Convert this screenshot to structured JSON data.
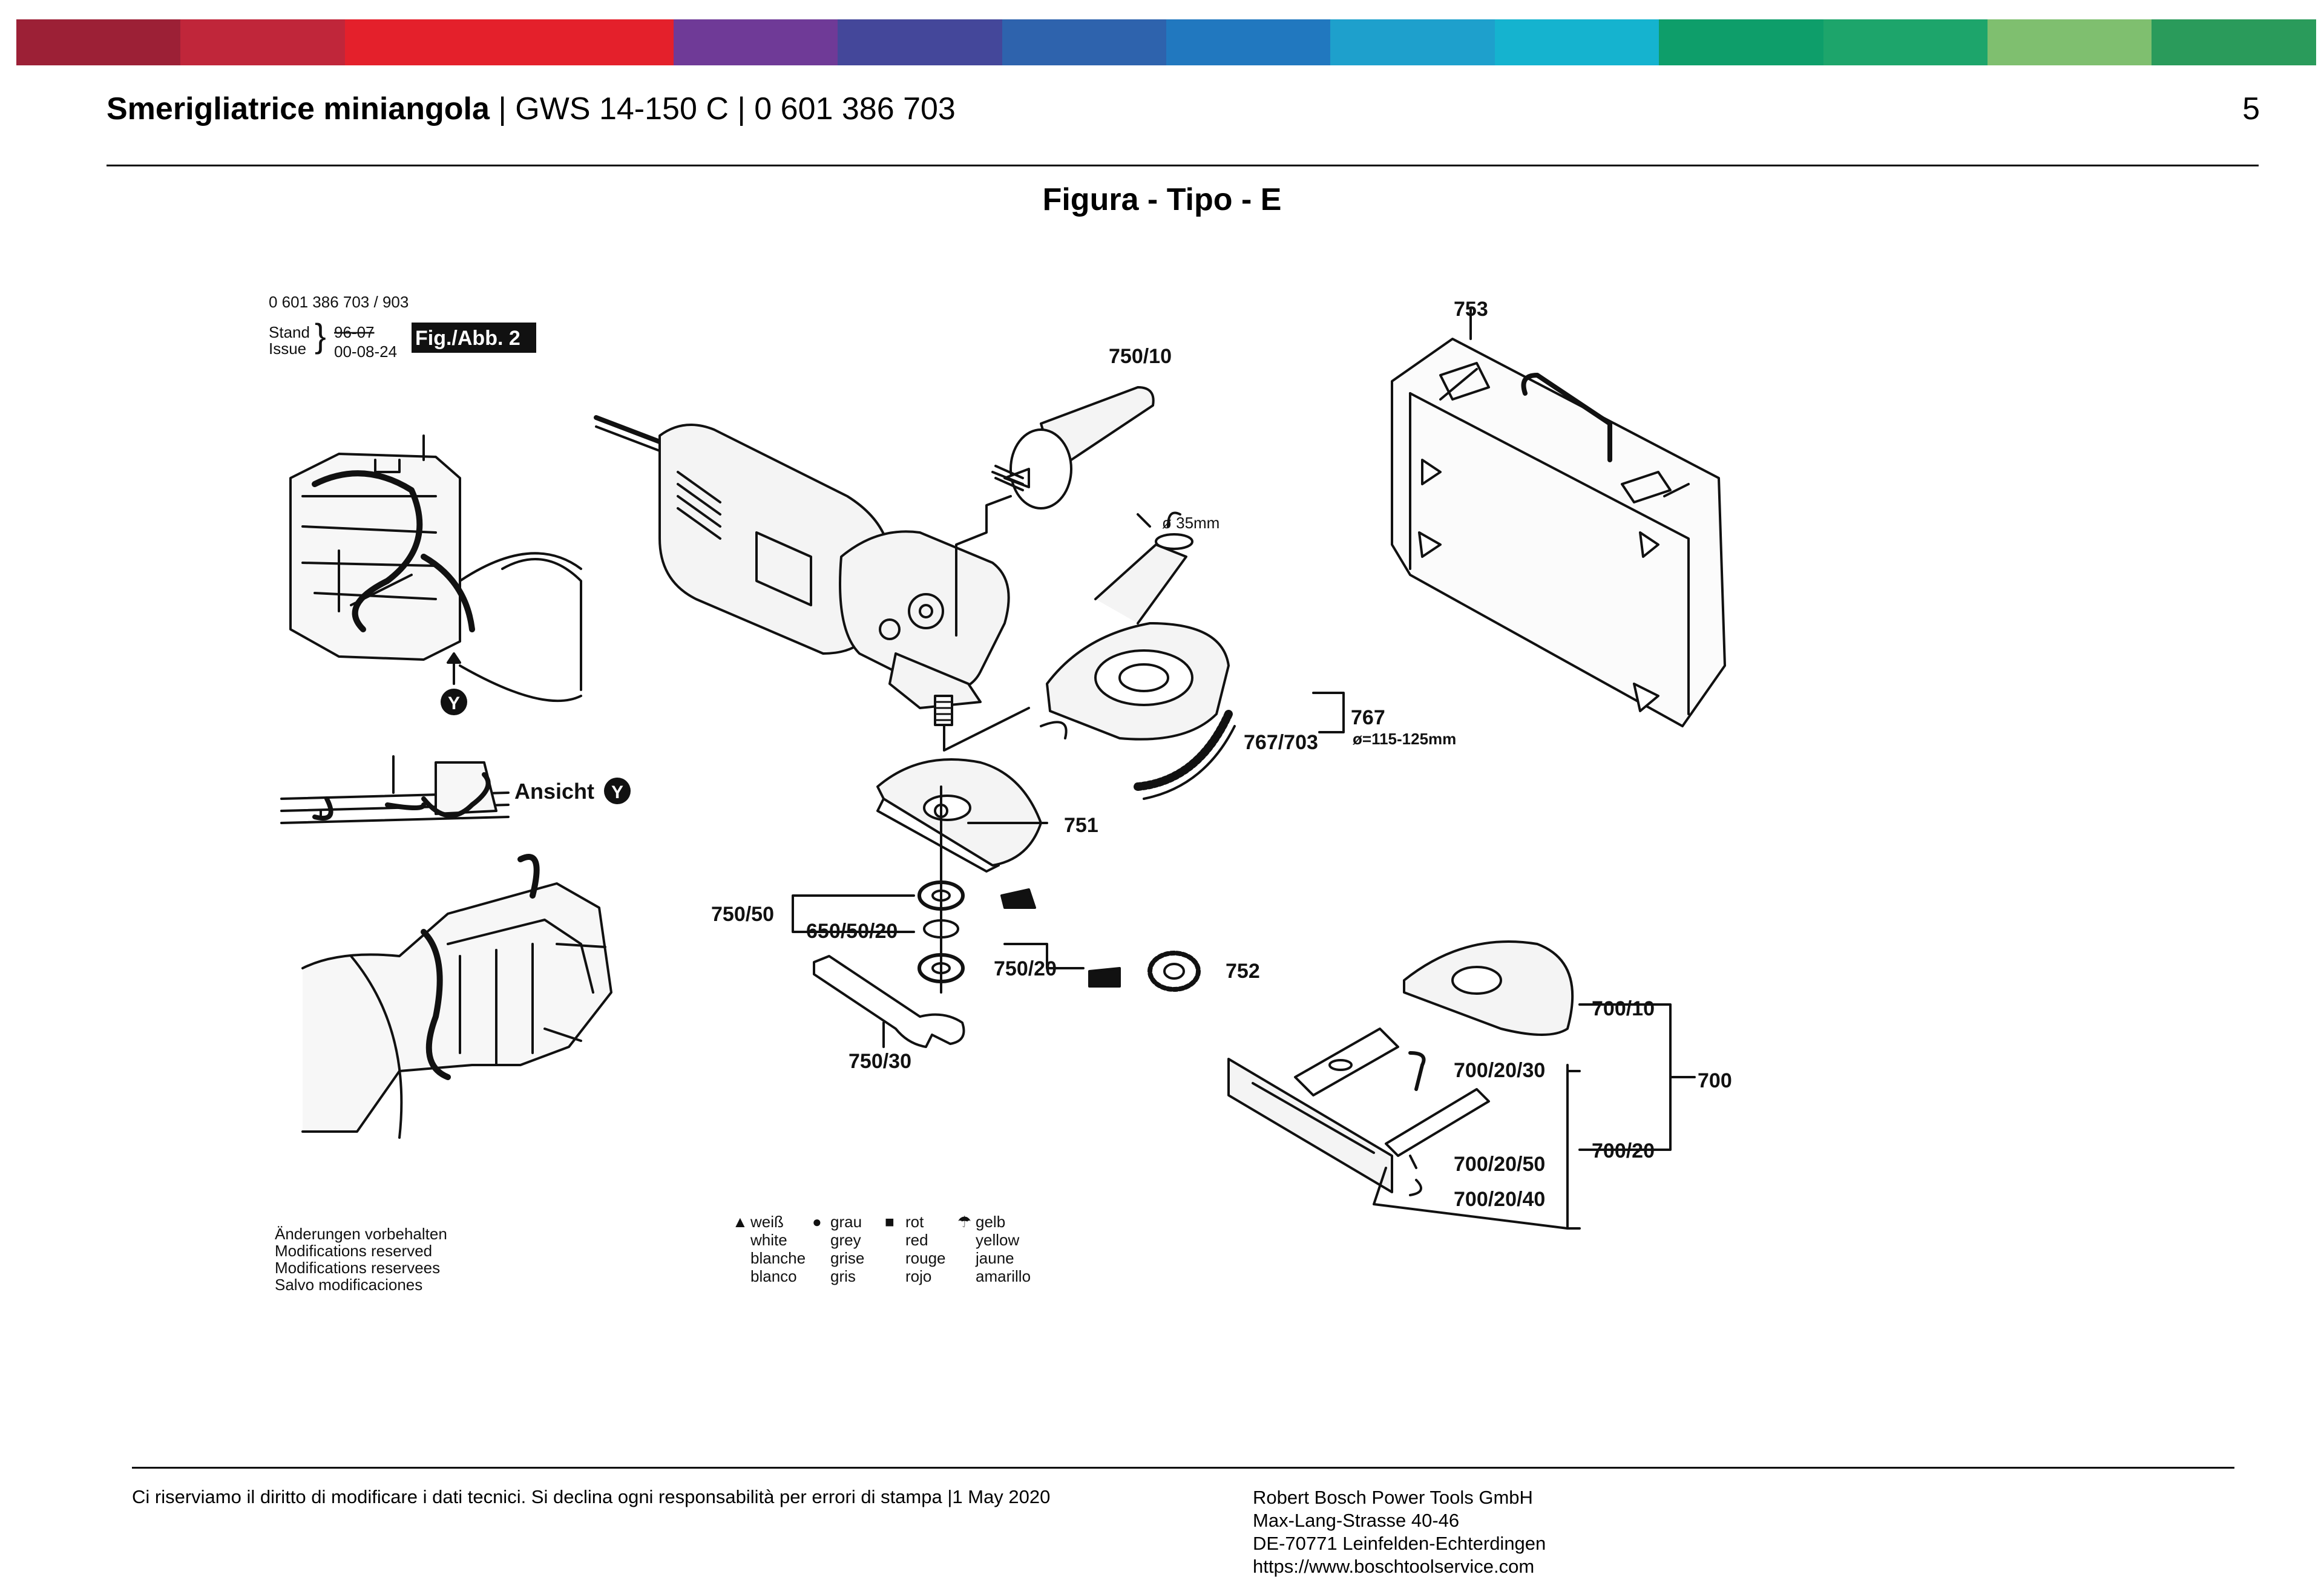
{
  "header": {
    "model_name": "Smerigliatrice miniangola",
    "model_code": "GWS 14-150 C",
    "part_number": "0 601 386 703",
    "separator": "|",
    "page_number": "5"
  },
  "color_band": [
    "#9c2036",
    "#c0263a",
    "#e4202b",
    "#e4202b",
    "#6f3a97",
    "#44479a",
    "#2e63ad",
    "#2178bf",
    "#1ea0cc",
    "#15b3cf",
    "#0e9e6a",
    "#1da56b",
    "#7fbf6f",
    "#2a9b5b"
  ],
  "figure_title": "Figura - Tipo - E",
  "diagram": {
    "doc_number": "0 601 386 703 / 903",
    "stand_label": "Stand",
    "issue_label": "Issue",
    "stand_value": "96-07",
    "issue_date": "00-08-24",
    "fig_badge": "Fig./Abb. 2",
    "y_marker": "Y",
    "ansicht_label": "Ansicht",
    "dimension_35": "ø 35mm",
    "dimension_115": "ø=115-125mm",
    "parts": {
      "p753": "753",
      "p750_10": "750/10",
      "p767": "767",
      "p767_703": "767/703",
      "p751": "751",
      "p750_50": "750/50",
      "p650_50_20": "650/50/20",
      "p750_20": "750/20",
      "p752": "752",
      "p750_30": "750/30",
      "p700_10": "700/10",
      "p700": "700",
      "p700_20_30": "700/20/30",
      "p700_20": "700/20",
      "p700_20_50": "700/20/50",
      "p700_20_40": "700/20/40"
    },
    "modifications": [
      "Änderungen vorbehalten",
      "Modifications reserved",
      "Modifications reservees",
      "Salvo modificaciones"
    ],
    "legend": [
      {
        "symbol": "▲",
        "lines": [
          "weiß",
          "white",
          "blanche",
          "blanco"
        ]
      },
      {
        "symbol": "●",
        "lines": [
          "grau",
          "grey",
          "grise",
          "gris"
        ]
      },
      {
        "symbol": "■",
        "lines": [
          "rot",
          "red",
          "rouge",
          "rojo"
        ]
      },
      {
        "symbol": "☂",
        "lines": [
          "gelb",
          "yellow",
          "jaune",
          "amarillo"
        ]
      }
    ]
  },
  "footer": {
    "note": "Ci riserviamo il diritto di modificare i dati tecnici. Si declina ogni responsabilità per errori di stampa |1 May 2020",
    "company": "Robert Bosch Power Tools GmbH",
    "street": "Max-Lang-Strasse 40-46",
    "city": "DE-70771 Leinfelden-Echterdingen",
    "website": "https://www.boschtoolservice.com"
  }
}
